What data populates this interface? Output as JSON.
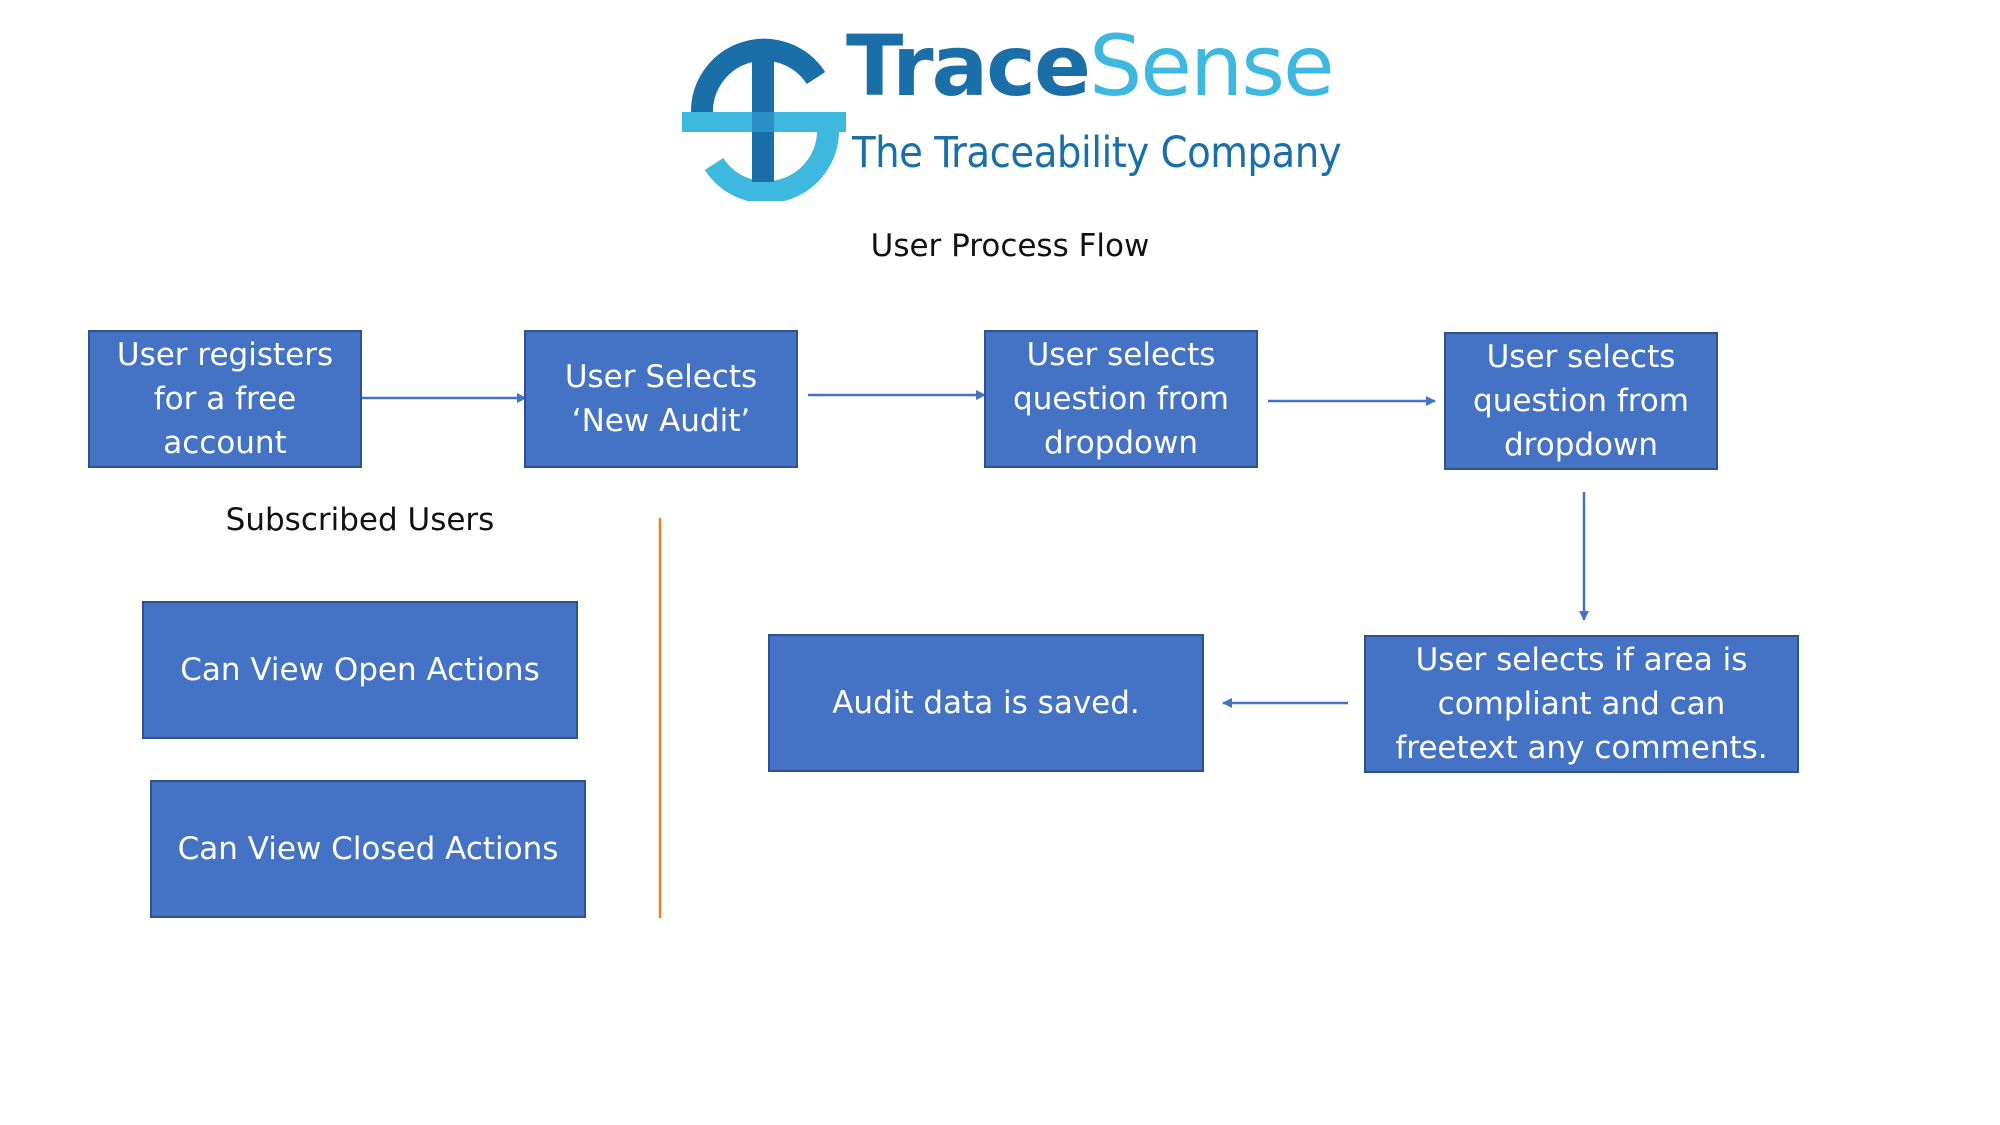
{
  "logo": {
    "word_part1": "Trace",
    "word_part2": "Sense",
    "tagline": "The Traceability Company",
    "colors": {
      "dark": "#1a6fa8",
      "light": "#3fb8e0"
    }
  },
  "diagram": {
    "title": "User Process Flow",
    "subscribed_label": "Subscribed Users",
    "steps": [
      {
        "text": "User registers for a free account"
      },
      {
        "text": "User Selects ‘New Audit’"
      },
      {
        "text": "User selects question from dropdown"
      },
      {
        "text": "User selects question from dropdown"
      },
      {
        "text": "User selects if area is compliant and can freetext any comments."
      },
      {
        "text": "Audit data is saved."
      }
    ],
    "subscribed_items": [
      {
        "text": "Can View Open Actions"
      },
      {
        "text": "Can View Closed Actions"
      }
    ],
    "colors": {
      "node_fill": "#4472c4",
      "node_border": "#2f528f",
      "arrow": "#4472c4",
      "divider": "#ed7d31"
    }
  }
}
